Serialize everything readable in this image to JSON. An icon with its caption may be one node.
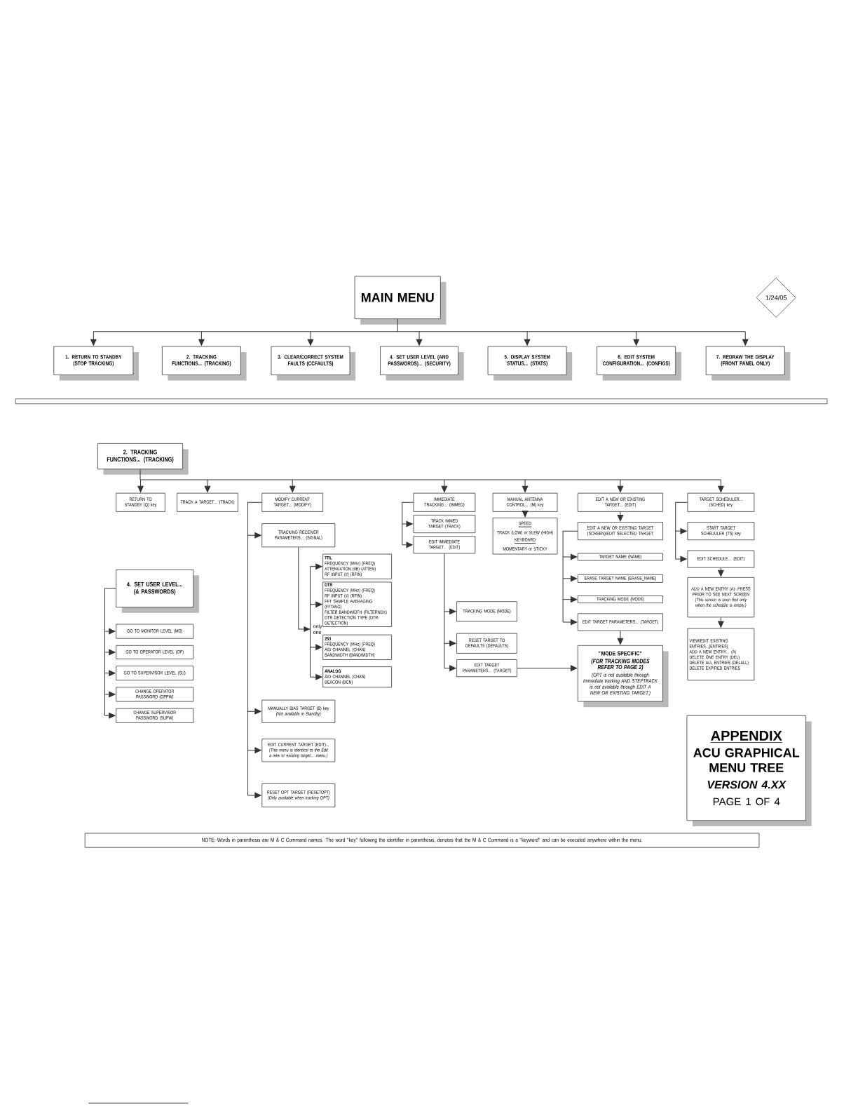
{
  "diagram": {
    "nodes": [
      {
        "text": [
          "MAIN MENU"
        ]
      },
      {
        "text": [
          "1/24/05"
        ]
      },
      {
        "text": [
          "1. RETURN TO STANDBY (STOP TRACKING)"
        ]
      },
      {
        "text": [
          "2. TRACKING FUNCTIONS... (TRACKING)"
        ]
      },
      {
        "text": [
          "3. CLEAR/CORRECT SYSTEM FAULTS (CCFAULTS)"
        ]
      },
      {
        "text": [
          "4. SET USER LEVEL (AND PASSWORDS)... (SECURITY)"
        ]
      },
      {
        "text": [
          "5. DISPLAY SYSTEM STATUS... (STATS)"
        ]
      },
      {
        "text": [
          "6. EDIT SYSTEM CONFIGURATION... (CONFIGS)"
        ]
      },
      {
        "text": [
          "7. REDRAW THE DISPLAY (FRONT PANEL ONLY)"
        ]
      },
      {
        "text": [
          "2. TRACKING FUNCTIONS... (TRACKING)"
        ]
      },
      {
        "text": [
          "RETURN TO STANDBY (Q) key"
        ]
      },
      {
        "text": [
          "TRACK A TARGET... (TRACK)"
        ]
      },
      {
        "text": [
          "MODIFY CURRENT TARGET... (MODIFY)"
        ]
      },
      {
        "text": [
          "TRACKING RECEIVER PARAMETERS... (SIGNAL)"
        ]
      },
      {
        "text": [
          "TRL",
          "FREQUENCY (MHz) (FREQ)",
          "ATTENUATION (dB) (ATTEN)",
          "RF INPUT (#) (RFIN)"
        ]
      },
      {
        "text": [
          "DTR",
          "FREQUENCY (MHz) (FREQ)",
          "RF INPUT (#) (RFIN)",
          "FFT SAMPLE AVERAGING (FFTAVG)",
          "FILTER BANDWIDTH (FILTERNDX)",
          "DTR DETECTION TYPE (DTR-DETECTION)"
        ]
      },
      {
        "text": [
          "253",
          "FREQUENCY (MHz) (FREQ)",
          "A/D CHANNEL (CHAN)",
          "BANDWIDTH (BANDWIDTH)"
        ]
      },
      {
        "text": [
          "ANALOG",
          "A/D CHANNEL (CHAN)",
          "BEACON (BCN)"
        ]
      },
      {
        "text": [
          "MANUALLY BIAS TARGET (B) key",
          "(Not available in Standby)"
        ]
      },
      {
        "text": [
          "EDIT CURRENT TARGET (EDIT)...",
          "(This menu is identical to the Edit a new or existing target... menu.)"
        ]
      },
      {
        "text": [
          "RESET OPT TARGET (RESETOPT)",
          "(Only available when tracking OPT)"
        ]
      },
      {
        "text": [
          "IMMEDIATE TRACKING... (IMMED)"
        ]
      },
      {
        "text": [
          "TRACK IMMED TARGET (TRACK)"
        ]
      },
      {
        "text": [
          "EDIT IMMEDIATE TARGET... (EDIT)"
        ]
      },
      {
        "text": [
          "TRACKING MODE (MODE)"
        ]
      },
      {
        "text": [
          "RESET TARGET TO DEFAULTS (DEFAULTS)"
        ]
      },
      {
        "text": [
          "EDIT TARGET PARAMETERS... (TARGET)"
        ]
      },
      {
        "text": [
          "MANUAL ANTENNA CONTROL... (M) key"
        ]
      },
      {
        "text": [
          "SPEED",
          "TRACK (LOW) or SLEW (HIGH)",
          "KEYBOARD",
          "MOMENTARY or STICKY"
        ]
      },
      {
        "text": [
          "EDIT A NEW OR EXISTING TARGET... (EDIT)"
        ]
      },
      {
        "text": [
          "EDIT A NEW OR EXISTING TARGET (SCREEN)/EDIT SELECTED TARGET"
        ]
      },
      {
        "text": [
          "TARGET NAME (NAME)"
        ]
      },
      {
        "text": [
          "ERASE TARGET NAME (ERASE_NAME)"
        ]
      },
      {
        "text": [
          "TRACKING MODE (MODE)"
        ]
      },
      {
        "text": [
          "EDIT TARGET PARAMETERS... (TARGET)"
        ]
      },
      {
        "text": [
          "\"MODE SPECIFIC\"",
          "(FOR TRACKING MODES REFER TO PAGE 2)",
          "(OPT is not available through Immediate tracking AND STEPTRACK is not available through EDIT A NEW OR EXISTING TARGET.)"
        ]
      },
      {
        "text": [
          "TARGET SCHEDULER... (SCHED) key"
        ]
      },
      {
        "text": [
          "START TARGET SCHEDULER (TS) key"
        ]
      },
      {
        "text": [
          "EDIT SCHEDULE... (EDIT)"
        ]
      },
      {
        "text": [
          "ADD A NEW ENTRY (A)- PRESS PRIOR TO SEE NEXT SCREEN",
          "(This screen is seen first only when the schedule is empty.)"
        ]
      },
      {
        "text": [
          "VIEW/EDIT EXISTING ENTRIES...(ENTRIES)",
          "ADD A NEW ENTRY... (A)",
          "DELETE ONE ENTRY (DEL)",
          "DELETE ALL ENTRIES (DELALL)",
          "DELETE EXPIRED ENTRIES"
        ]
      },
      {
        "text": [
          "4. SET USER LEVEL... (& PASSWORDS)"
        ]
      },
      {
        "text": [
          "GO TO MONITOR LEVEL (MO)"
        ]
      },
      {
        "text": [
          "GO TO OPERATOR LEVEL (OP)"
        ]
      },
      {
        "text": [
          "GO TO SUPERVISOR LEVEL (SU)"
        ]
      },
      {
        "text": [
          "CHANGE OPERATOR PASSWORD (OPPW)"
        ]
      },
      {
        "text": [
          "CHANGE SUPERVISOR PASSWORD (SUPW)"
        ]
      },
      {
        "text": [
          "APPENDIX",
          "ACU GRAPHICAL MENU TREE",
          "VERSION 4.XX",
          "PAGE 1 OF 4"
        ]
      },
      {
        "text": [
          "NOTE: Words in parenthesis are M & C Command names. The word \"key\" following the identifier in parenthesis, denotes that the M & C Command is a \"keyword\" and can be executed anywhere within the menu."
        ]
      }
    ],
    "edges": [
      {
        "from": 0,
        "to": 2,
        "arrow": "to"
      },
      {
        "from": 0,
        "to": 3,
        "arrow": "to"
      },
      {
        "from": 0,
        "to": 4,
        "arrow": "to"
      },
      {
        "from": 0,
        "to": 5,
        "arrow": "to"
      },
      {
        "from": 0,
        "to": 6,
        "arrow": "to"
      },
      {
        "from": 0,
        "to": 7,
        "arrow": "to"
      },
      {
        "from": 0,
        "to": 8,
        "arrow": "to"
      },
      {
        "from": 9,
        "to": 10,
        "arrow": "to"
      },
      {
        "from": 9,
        "to": 11,
        "arrow": "to"
      },
      {
        "from": 9,
        "to": 12,
        "arrow": "to"
      },
      {
        "from": 9,
        "to": 21,
        "arrow": "to"
      },
      {
        "from": 9,
        "to": 27,
        "arrow": "to"
      },
      {
        "from": 9,
        "to": 29,
        "arrow": "to"
      },
      {
        "from": 9,
        "to": 36,
        "arrow": "to"
      },
      {
        "from": 12,
        "to": 13,
        "arrow": "to"
      },
      {
        "from": 12,
        "to": 18,
        "arrow": "to"
      },
      {
        "from": 12,
        "to": 19,
        "arrow": "to"
      },
      {
        "from": 12,
        "to": 20,
        "arrow": "to"
      },
      {
        "from": 13,
        "to": 14,
        "arrow": "to"
      },
      {
        "from": 13,
        "to": 15,
        "arrow": "to"
      },
      {
        "from": 13,
        "to": 16,
        "arrow": "to"
      },
      {
        "from": 13,
        "to": 17,
        "arrow": "to"
      },
      {
        "from": 21,
        "to": 22,
        "arrow": "to"
      },
      {
        "from": 21,
        "to": 23,
        "arrow": "to"
      },
      {
        "from": 23,
        "to": 24,
        "arrow": "to"
      },
      {
        "from": 23,
        "to": 25,
        "arrow": "to"
      },
      {
        "from": 23,
        "to": 26,
        "arrow": "to"
      },
      {
        "from": 26,
        "to": 35,
        "arrow": "to"
      },
      {
        "from": 27,
        "to": 28,
        "arrow": "to"
      },
      {
        "from": 29,
        "to": 30,
        "arrow": "to"
      },
      {
        "from": 30,
        "to": 31,
        "arrow": "to"
      },
      {
        "from": 30,
        "to": 32,
        "arrow": "to"
      },
      {
        "from": 30,
        "to": 33,
        "arrow": "to"
      },
      {
        "from": 30,
        "to": 34,
        "arrow": "to"
      },
      {
        "from": 34,
        "to": 35,
        "arrow": "to"
      },
      {
        "from": 36,
        "to": 37,
        "arrow": "to"
      },
      {
        "from": 36,
        "to": 38,
        "arrow": "to"
      },
      {
        "from": 38,
        "to": 39,
        "arrow": "to"
      },
      {
        "from": 39,
        "to": 40,
        "arrow": "to"
      },
      {
        "from": 41,
        "to": 42,
        "arrow": "to"
      },
      {
        "from": 41,
        "to": 43,
        "arrow": "to"
      },
      {
        "from": 41,
        "to": 44,
        "arrow": "to"
      },
      {
        "from": 41,
        "to": 45,
        "arrow": "to"
      },
      {
        "from": 41,
        "to": 46,
        "arrow": "to"
      }
    ],
    "labels": [
      "only one"
    ]
  }
}
